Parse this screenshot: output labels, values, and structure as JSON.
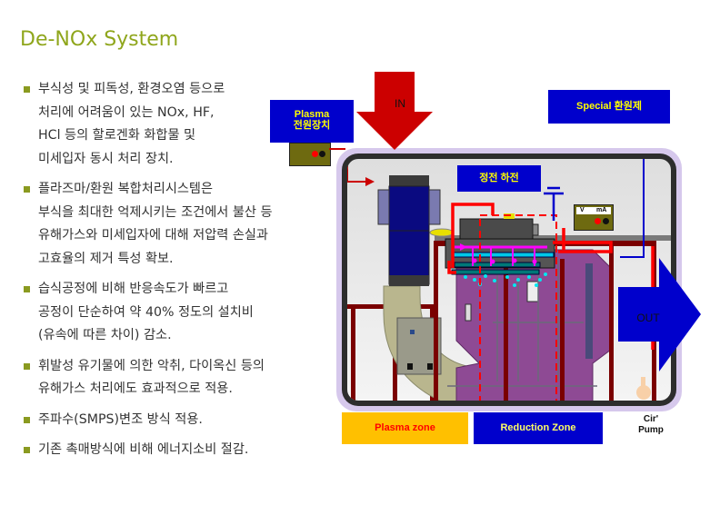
{
  "page": {
    "title": "De-NOx System"
  },
  "bullets": [
    {
      "lines": [
        "부식성 및 피독성, 환경오염 등으로",
        "처리에 어려움이 있는 NOx, HF,",
        "HCl 등의 할로겐화 화합물 및",
        "미세입자 동시 처리 장치."
      ]
    },
    {
      "lines": [
        "플라즈마/환원 복합처리시스템은",
        "부식을 최대한 억제시키는 조건에서 불산 등",
        "유해가스와 미세입자에 대해 저압력 손실과",
        "고효율의 제거 특성 확보."
      ]
    },
    {
      "lines": [
        "습식공정에 비해 반응속도가 빠르고",
        "공정이 단순하여 약 40% 정도의 설치비",
        "(유속에 따른 차이) 감소."
      ]
    },
    {
      "lines": [
        "휘발성 유기물에 의한 악취, 다이옥신 등의",
        "유해가스 처리에도 효과적으로 적용."
      ]
    },
    {
      "lines": [
        "주파수(SMPS)변조 방식 적용."
      ]
    },
    {
      "lines": [
        "기존 촉매방식에 비해 에너지소비 절감."
      ]
    }
  ],
  "diagram": {
    "in_label": "IN",
    "out_label": "OUT",
    "plasma_power_label_1": "Plasma",
    "plasma_power_label_2": "전원장치",
    "special_reductant_label": "Special 환원제",
    "electrostatic_label": "정전 하전",
    "meter_v": "V",
    "meter_ma": "mA",
    "plasma_zone_label": "Plasma zone",
    "reduction_zone_label": "Reduction Zone",
    "pump_label_1": "Cir'",
    "pump_label_2": "Pump",
    "colors": {
      "in_arrow": "#cc0000",
      "out_arrow": "#0000cc",
      "label_box": "#0000cc",
      "label_text": "#ffff00",
      "plasma_zone": "#ffc000",
      "plasma_zone_text": "#ff0000",
      "reduction_zone": "#0000cc",
      "reduction_zone_text": "#ffff66",
      "vessel": "#8e4a94",
      "column": "#0a0a80"
    }
  }
}
